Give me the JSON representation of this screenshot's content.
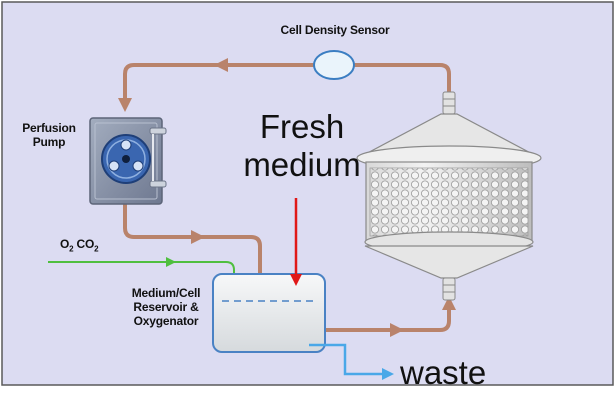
{
  "labels": {
    "sensor": "Cell Density Sensor",
    "pump_line1": "Perfusion",
    "pump_line2": "Pump",
    "gas_o2": "O",
    "gas_o2_sub": "2",
    "gas_co2": " CO",
    "gas_co2_sub": "2",
    "reservoir_line1": "Medium/Cell",
    "reservoir_line2": "Reservoir &",
    "reservoir_line3": "Oxygenator",
    "fresh_line1": "Fresh",
    "fresh_line2": "medium",
    "waste": "waste"
  },
  "colors": {
    "background": "#dcdcf2",
    "frame": "#5a5a5a",
    "flow_line": "#b9836b",
    "gas_line": "#4fbf3f",
    "fresh_arrow": "#e01818",
    "waste_arrow": "#4aa8e8",
    "sensor_fill": "#eaf4fb",
    "sensor_stroke": "#3b7ec2",
    "pump_body": "#8a94a8",
    "pump_head": "#3a66b0"
  }
}
